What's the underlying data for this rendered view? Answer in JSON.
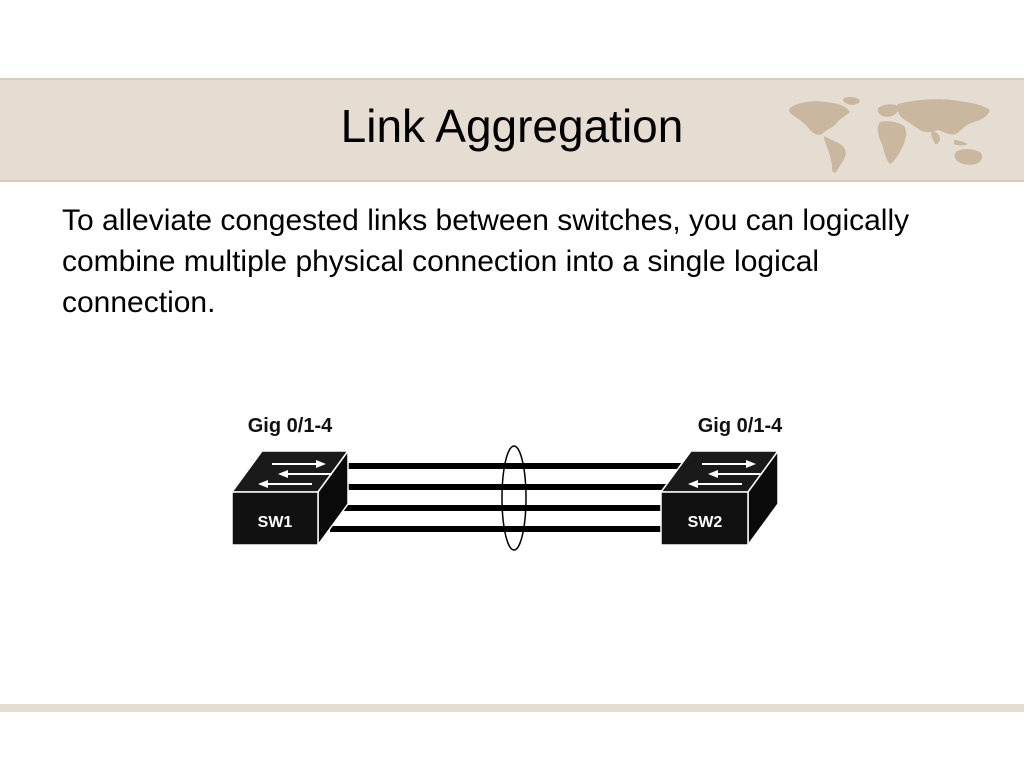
{
  "slide": {
    "title": "Link Aggregation",
    "body": "To alleviate congested links between switches, you can logically combine multiple physical connection into a single logical connection."
  },
  "diagram": {
    "left_switch": {
      "name": "SW1",
      "port_label": "Gig 0/1-4"
    },
    "right_switch": {
      "name": "SW2",
      "port_label": "Gig 0/1-4"
    },
    "physical_links": 4
  },
  "colors": {
    "band": "#e6ddd2",
    "map": "#c9b89f",
    "switch": "#111111"
  },
  "icons": {
    "world_map": "world-map-icon",
    "switch_arrows": "switch-arrows-icon"
  }
}
